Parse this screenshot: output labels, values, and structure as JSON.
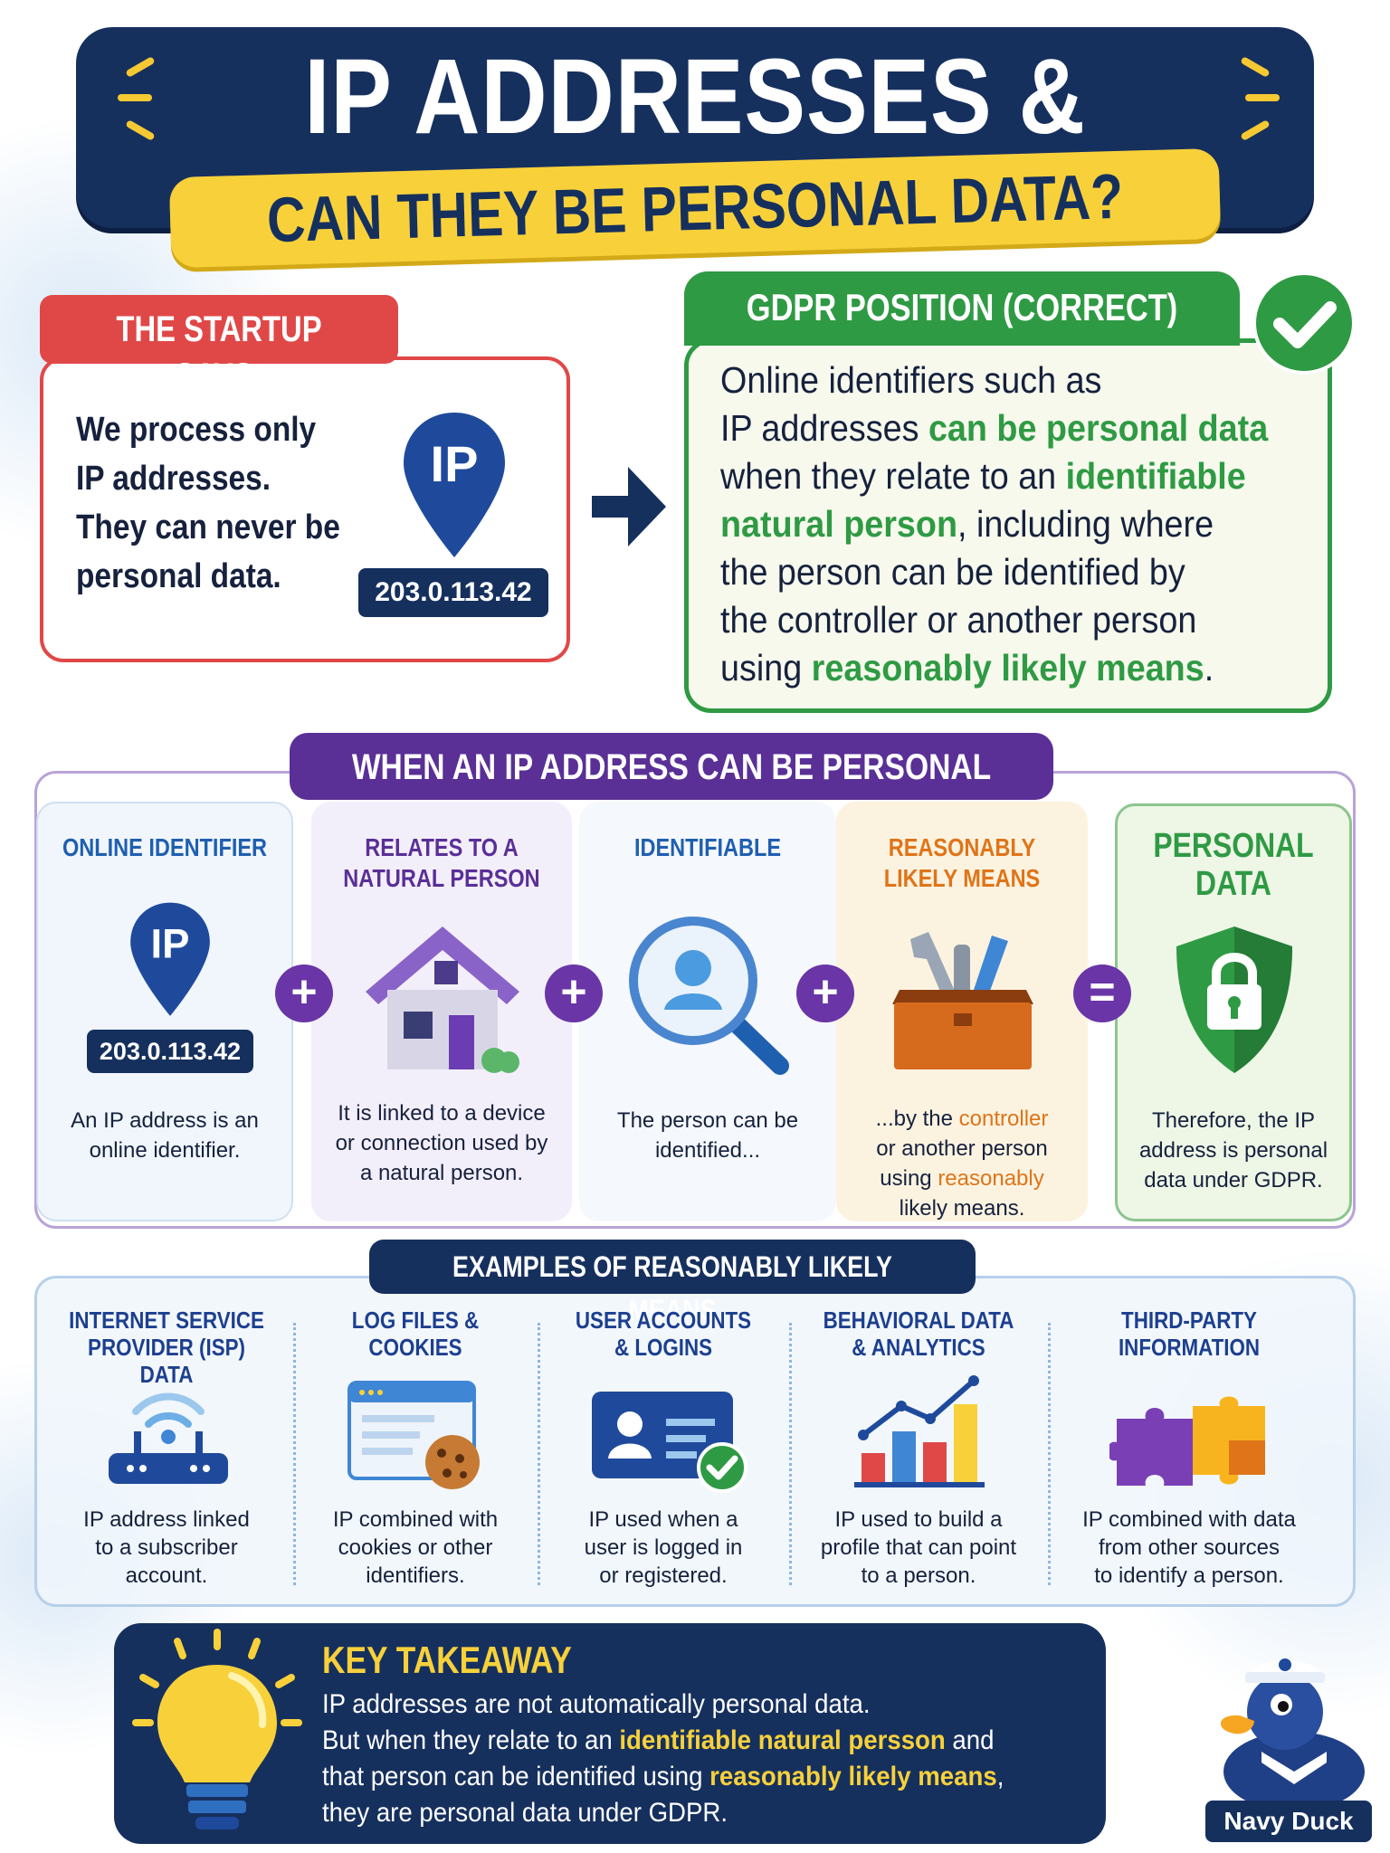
{
  "header": {
    "title": "IP ADDRESSES & GDPR",
    "subtitle": "CAN THEY BE PERSONAL DATA?"
  },
  "startup": {
    "title": "THE STARTUP SAYS:",
    "lines": [
      "We process only",
      "IP addresses.",
      "They can never be",
      "personal data."
    ],
    "ip_label": "IP",
    "ip_address": "203.0.113.42"
  },
  "gdpr": {
    "title": "GDPR POSITION (CORRECT)",
    "t1": "Online identifiers such as",
    "t2": "IP addresses ",
    "t3": "can be personal data",
    "t4": "when they relate to an ",
    "t5": "identifiable",
    "t6": "natural person",
    "t7": ", including where",
    "t8": "the person can be identified by",
    "t9": "the controller or another person",
    "t10": "using ",
    "t11": "reasonably likely means",
    "t12": "."
  },
  "when": {
    "title": "WHEN AN IP ADDRESS CAN BE PERSONAL DATA",
    "columns": [
      {
        "title1": "ONLINE IDENTIFIER",
        "title2": "",
        "icon_label": "IP",
        "ip": "203.0.113.42",
        "desc": [
          "An IP address is an",
          "online identifier."
        ]
      },
      {
        "title1": "RELATES TO A",
        "title2": "NATURAL PERSON",
        "desc": [
          "It is linked to a device",
          "or connection used by",
          "a natural person."
        ]
      },
      {
        "title1": "IDENTIFIABLE",
        "title2": "",
        "desc": [
          "The person can be",
          "identified..."
        ]
      },
      {
        "title1": "REASONABLY",
        "title2": "LIKELY MEANS",
        "d1": "...by the ",
        "d2": "controller",
        "d3": "or another person",
        "d4": "using ",
        "d5": "reasonably",
        "d6": "likely means."
      },
      {
        "title1": "PERSONAL",
        "title2": "DATA",
        "desc": [
          "Therefore, the IP",
          "address is personal",
          "data under GDPR."
        ]
      }
    ],
    "ops": [
      "+",
      "+",
      "+",
      "="
    ]
  },
  "examples": {
    "title": "EXAMPLES OF REASONABLY LIKELY MEANS",
    "items": [
      {
        "title": [
          "INTERNET SERVICE",
          "PROVIDER (ISP) DATA"
        ],
        "desc": [
          "IP address linked",
          "to a subscriber",
          "account."
        ]
      },
      {
        "title": [
          "LOG FILES &",
          "COOKIES"
        ],
        "desc": [
          "IP combined with",
          "cookies or other",
          "identifiers."
        ]
      },
      {
        "title": [
          "USER ACCOUNTS",
          "& LOGINS"
        ],
        "desc": [
          "IP used when a",
          "user is logged in",
          "or registered."
        ]
      },
      {
        "title": [
          "BEHAVIORAL DATA",
          "& ANALYTICS"
        ],
        "desc": [
          "IP used to build a",
          "profile that can point",
          "to a person."
        ]
      },
      {
        "title": [
          "THIRD-PARTY",
          "INFORMATION"
        ],
        "desc": [
          "IP combined with data",
          "from other sources",
          "to identify a person."
        ]
      }
    ]
  },
  "takeaway": {
    "title": "KEY TAKEAWAY",
    "l1": "IP addresses are not automatically personal data.",
    "l2a": "But when they relate to an ",
    "l2b": "identifiable natural persson",
    "l2c": " and",
    "l3a": "that person can be identified using ",
    "l3b": "reasonably likely means",
    "l3c": ",",
    "l4": "they are personal data under GDPR."
  },
  "mascot": {
    "label": "Navy Duck"
  },
  "colors": {
    "navy": "#16305e",
    "yellow": "#f8d13a",
    "red": "#e04848",
    "green": "#2f9a44",
    "purple": "#5a2f96",
    "orange": "#e07418"
  }
}
